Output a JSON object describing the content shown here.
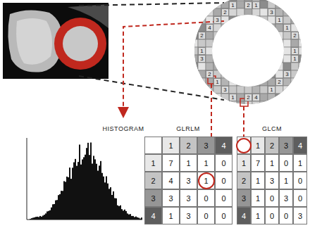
{
  "diagram": {
    "labels": [
      "HISTOGRAM",
      "GLRLM",
      "GLCM",
      "1",
      "2",
      "3",
      "4",
      "1",
      "7",
      "1",
      "1",
      "0",
      "2",
      "4",
      "3",
      "1",
      "0",
      "3",
      "3",
      "3",
      "0",
      "0",
      "4",
      "1",
      "3",
      "0",
      "0",
      "1",
      "2",
      "3",
      "4",
      "1",
      "7",
      "1",
      "0",
      "1",
      "2",
      "1",
      "3",
      "1",
      "0",
      "3",
      "1",
      "0",
      "3",
      "0",
      "4",
      "1",
      "0",
      "0",
      "3",
      "2",
      "1",
      "3",
      "1",
      "1",
      "2",
      "1",
      "1",
      "3",
      "2",
      "1",
      "4",
      "2",
      "1",
      "3",
      "1",
      "2",
      "3",
      "1",
      "2",
      "4",
      "3",
      "2",
      "1"
    ]
  }
}
